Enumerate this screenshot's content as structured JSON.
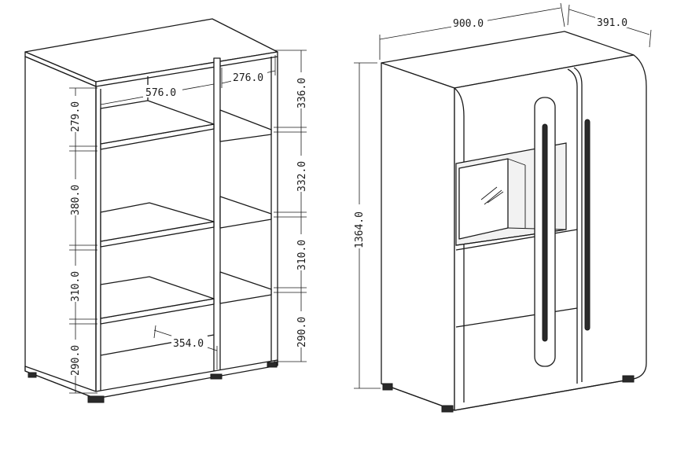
{
  "diagram": {
    "left_view": {
      "dimensions": {
        "inner_width": "576.0",
        "side_depth": "276.0",
        "bottom_depth": "354.0",
        "left_shelf_1": "279.0",
        "left_shelf_2": "380.0",
        "left_shelf_3": "310.0",
        "left_shelf_4": "290.0",
        "right_shelf_1": "336.0",
        "right_shelf_2": "332.0",
        "right_shelf_3": "310.0",
        "right_shelf_4": "290.0"
      }
    },
    "right_view": {
      "dimensions": {
        "width": "900.0",
        "depth": "391.0",
        "height": "1364.0"
      }
    }
  }
}
